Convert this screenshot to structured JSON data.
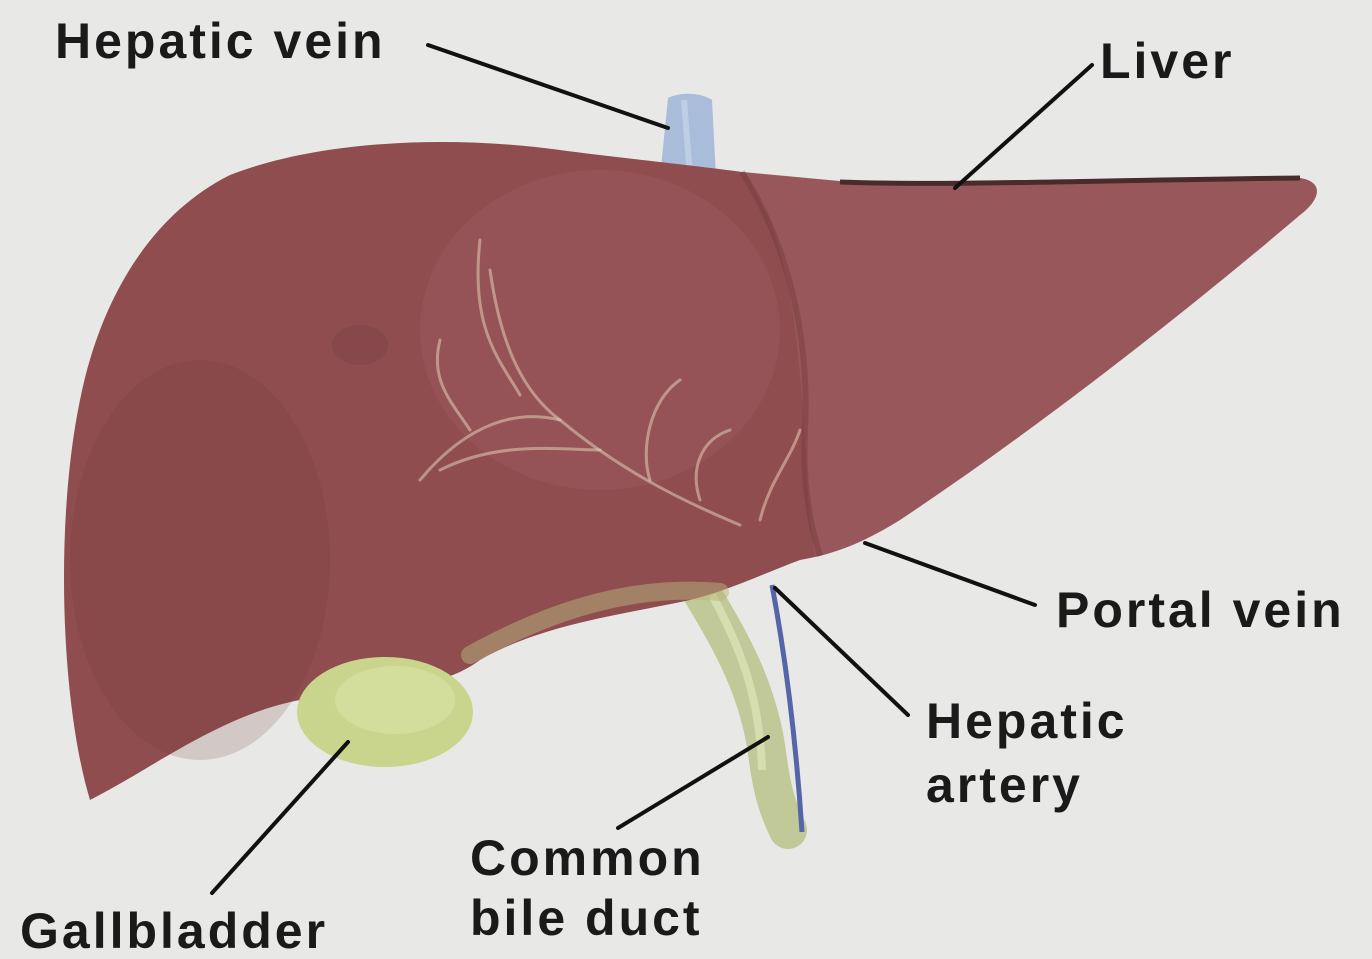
{
  "figure": {
    "labels": {
      "hepatic_vein": "Hepatic vein",
      "liver": "Liver",
      "portal_vein": "Portal vein",
      "hepatic_artery": [
        "Hepatic",
        "artery"
      ],
      "common_bile_duct": [
        "Common",
        "bile duct"
      ],
      "gallbladder": "Gallbladder"
    },
    "colors": {
      "background": "#e8e8e6",
      "liver": "#8f4d50",
      "gallbladder": "#c9d58c",
      "hepatic_vein": "#9db4d6",
      "bile_duct": "#bcc690",
      "label_text": "#1a1a1a"
    }
  }
}
